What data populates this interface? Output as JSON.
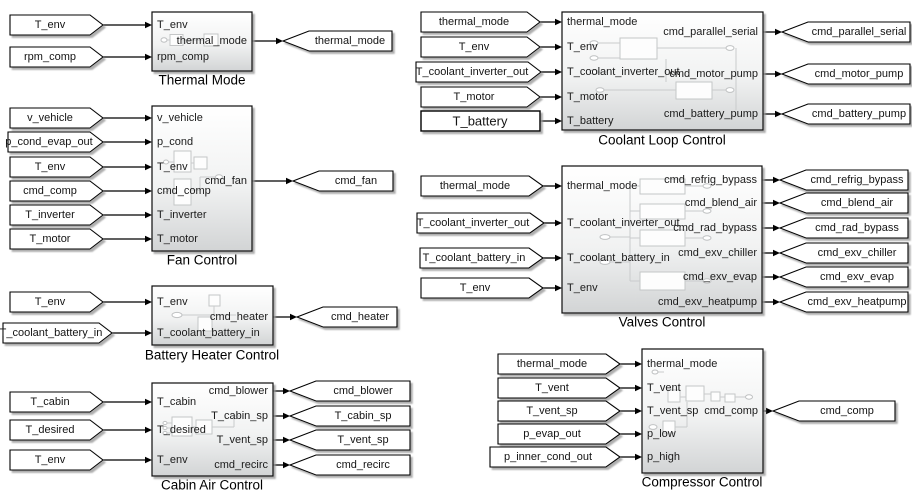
{
  "app": {
    "canvas": "block-diagram"
  },
  "colors": {
    "canvas": "#ffffff",
    "block_fill_top": "#ffffff",
    "block_fill_bottom": "#d2d4d5",
    "block_border": "#000000",
    "signal_line": "#000000",
    "shadow": "#9a9a9a",
    "preview_stroke": "#c9cbcc",
    "text": "#141414"
  },
  "blocks": {
    "thermal_mode": {
      "title": "Thermal Mode",
      "inputs": [
        "T_env",
        "rpm_comp"
      ],
      "ports_in": [
        "T_env",
        "rpm_comp"
      ],
      "ports_out": [
        "thermal_mode"
      ],
      "outputs": [
        "thermal_mode"
      ]
    },
    "fan": {
      "title": "Fan Control",
      "inputs": [
        "v_vehicle",
        "p_cond_evap_out",
        "T_env",
        "cmd_comp",
        "T_inverter",
        "T_motor"
      ],
      "ports_in": [
        "v_vehicle",
        "p_cond",
        "T_env",
        "cmd_comp",
        "T_inverter",
        "T_motor"
      ],
      "ports_out": [
        "cmd_fan"
      ],
      "outputs": [
        "cmd_fan"
      ]
    },
    "battery_heater": {
      "title": "Battery Heater Control",
      "inputs": [
        "T_env",
        "T_coolant_battery_in"
      ],
      "ports_in": [
        "T_env",
        "T_coolant_battery_in"
      ],
      "ports_out": [
        "cmd_heater"
      ],
      "outputs": [
        "cmd_heater"
      ]
    },
    "cabin_air": {
      "title": "Cabin Air Control",
      "inputs": [
        "T_cabin",
        "T_desired",
        "T_env"
      ],
      "ports_in": [
        "T_cabin",
        "T_desired",
        "T_env"
      ],
      "ports_out": [
        "cmd_blower",
        "T_cabin_sp",
        "T_vent_sp",
        "cmd_recirc"
      ],
      "outputs": [
        "cmd_blower",
        "T_cabin_sp",
        "T_vent_sp",
        "cmd_recirc"
      ]
    },
    "coolant_loop": {
      "title": "Coolant Loop Control",
      "inputs": [
        "thermal_mode",
        "T_env",
        "T_coolant_inverter_out",
        "T_motor",
        "T_battery"
      ],
      "ports_in": [
        "thermal_mode",
        "T_env",
        "T_coolant_inverter_out",
        "T_motor",
        "T_battery"
      ],
      "ports_out": [
        "cmd_parallel_serial",
        "cmd_motor_pump",
        "cmd_battery_pump"
      ],
      "outputs": [
        "cmd_parallel_serial",
        "cmd_motor_pump",
        "cmd_battery_pump"
      ]
    },
    "valves": {
      "title": "Valves Control",
      "inputs": [
        "thermal_mode",
        "T_coolant_inverter_out",
        "T_coolant_battery_in",
        "T_env"
      ],
      "ports_in": [
        "thermal_mode",
        "T_coolant_inverter_out",
        "T_coolant_battery_in",
        "T_env"
      ],
      "ports_out": [
        "cmd_refrig_bypass",
        "cmd_blend_air",
        "cmd_rad_bypass",
        "cmd_exv_chiller",
        "cmd_exv_evap",
        "cmd_exv_heatpump"
      ],
      "outputs": [
        "cmd_refrig_bypass",
        "cmd_blend_air",
        "cmd_rad_bypass",
        "cmd_exv_chiller",
        "cmd_exv_evap",
        "cmd_exv_heatpump"
      ]
    },
    "compressor": {
      "title": "Compressor Control",
      "inputs": [
        "thermal_mode",
        "T_vent",
        "T_vent_sp",
        "p_evap_out",
        "p_inner_cond_out"
      ],
      "ports_in": [
        "thermal_mode",
        "T_vent",
        "T_vent_sp",
        "p_low",
        "p_high"
      ],
      "ports_out": [
        "cmd_comp"
      ],
      "outputs": [
        "cmd_comp"
      ]
    }
  }
}
